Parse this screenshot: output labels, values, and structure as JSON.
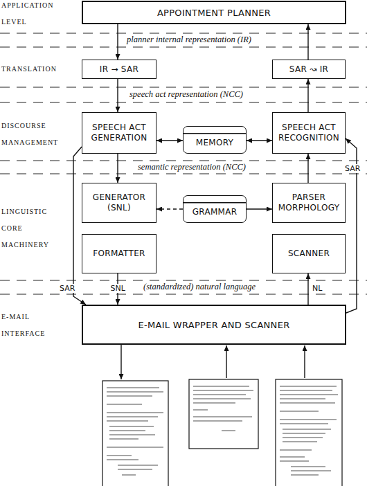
{
  "diagram": {
    "nodes": [
      {
        "text": [
          "APPOINTMENT PLANNER"
        ]
      },
      {
        "text": [
          "IR → SAR"
        ]
      },
      {
        "text": [
          "SAR ↝ IR"
        ]
      },
      {
        "text": [
          "SPEECH ACT GENERATION"
        ]
      },
      {
        "text": [
          "MEMORY"
        ]
      },
      {
        "text": [
          "SPEECH ACT RECOGNITION"
        ]
      },
      {
        "text": [
          "GENERATOR (SNL)"
        ]
      },
      {
        "text": [
          "GRAMMAR"
        ]
      },
      {
        "text": [
          "PARSER MORPHOLOGY"
        ]
      },
      {
        "text": [
          "FORMATTER"
        ]
      },
      {
        "text": [
          "SCANNER"
        ]
      },
      {
        "text": [
          "E-MAIL WRAPPER AND SCANNER"
        ]
      }
    ],
    "edges": [
      {
        "from": 0,
        "to": 1,
        "arrow": "to"
      },
      {
        "from": 2,
        "to": 0,
        "arrow": "to"
      },
      {
        "from": 1,
        "to": 3,
        "arrow": "to"
      },
      {
        "from": 5,
        "to": 2,
        "arrow": "to"
      },
      {
        "from": 3,
        "to": 4,
        "arrow": "both"
      },
      {
        "from": 4,
        "to": 5,
        "arrow": "both"
      },
      {
        "from": 3,
        "to": 6,
        "arrow": "to"
      },
      {
        "from": 8,
        "to": 5,
        "arrow": "to"
      },
      {
        "from": 7,
        "to": 6,
        "arrow": "to"
      },
      {
        "from": 7,
        "to": 8,
        "arrow": "to"
      },
      {
        "from": 9,
        "to": 11,
        "label": "SNL",
        "arrow": "to"
      },
      {
        "from": 11,
        "to": 10,
        "label": "NL",
        "arrow": "to"
      },
      {
        "from": 3,
        "to": 11,
        "label": "SAR",
        "arrow": "to"
      },
      {
        "from": 11,
        "to": 5,
        "label": "SAR",
        "arrow": "to"
      }
    ],
    "labels": [
      "APPLICATION LEVEL",
      "TRANSLATION",
      "DISCOURSE MANAGEMENT",
      "LINGUISTIC CORE MACHINERY",
      "E-MAIL INTERFACE",
      "planner internal representation (IR)",
      "speech act representation (NCC)",
      "semantic representation (NCC)",
      "(standardized) natural language"
    ]
  }
}
